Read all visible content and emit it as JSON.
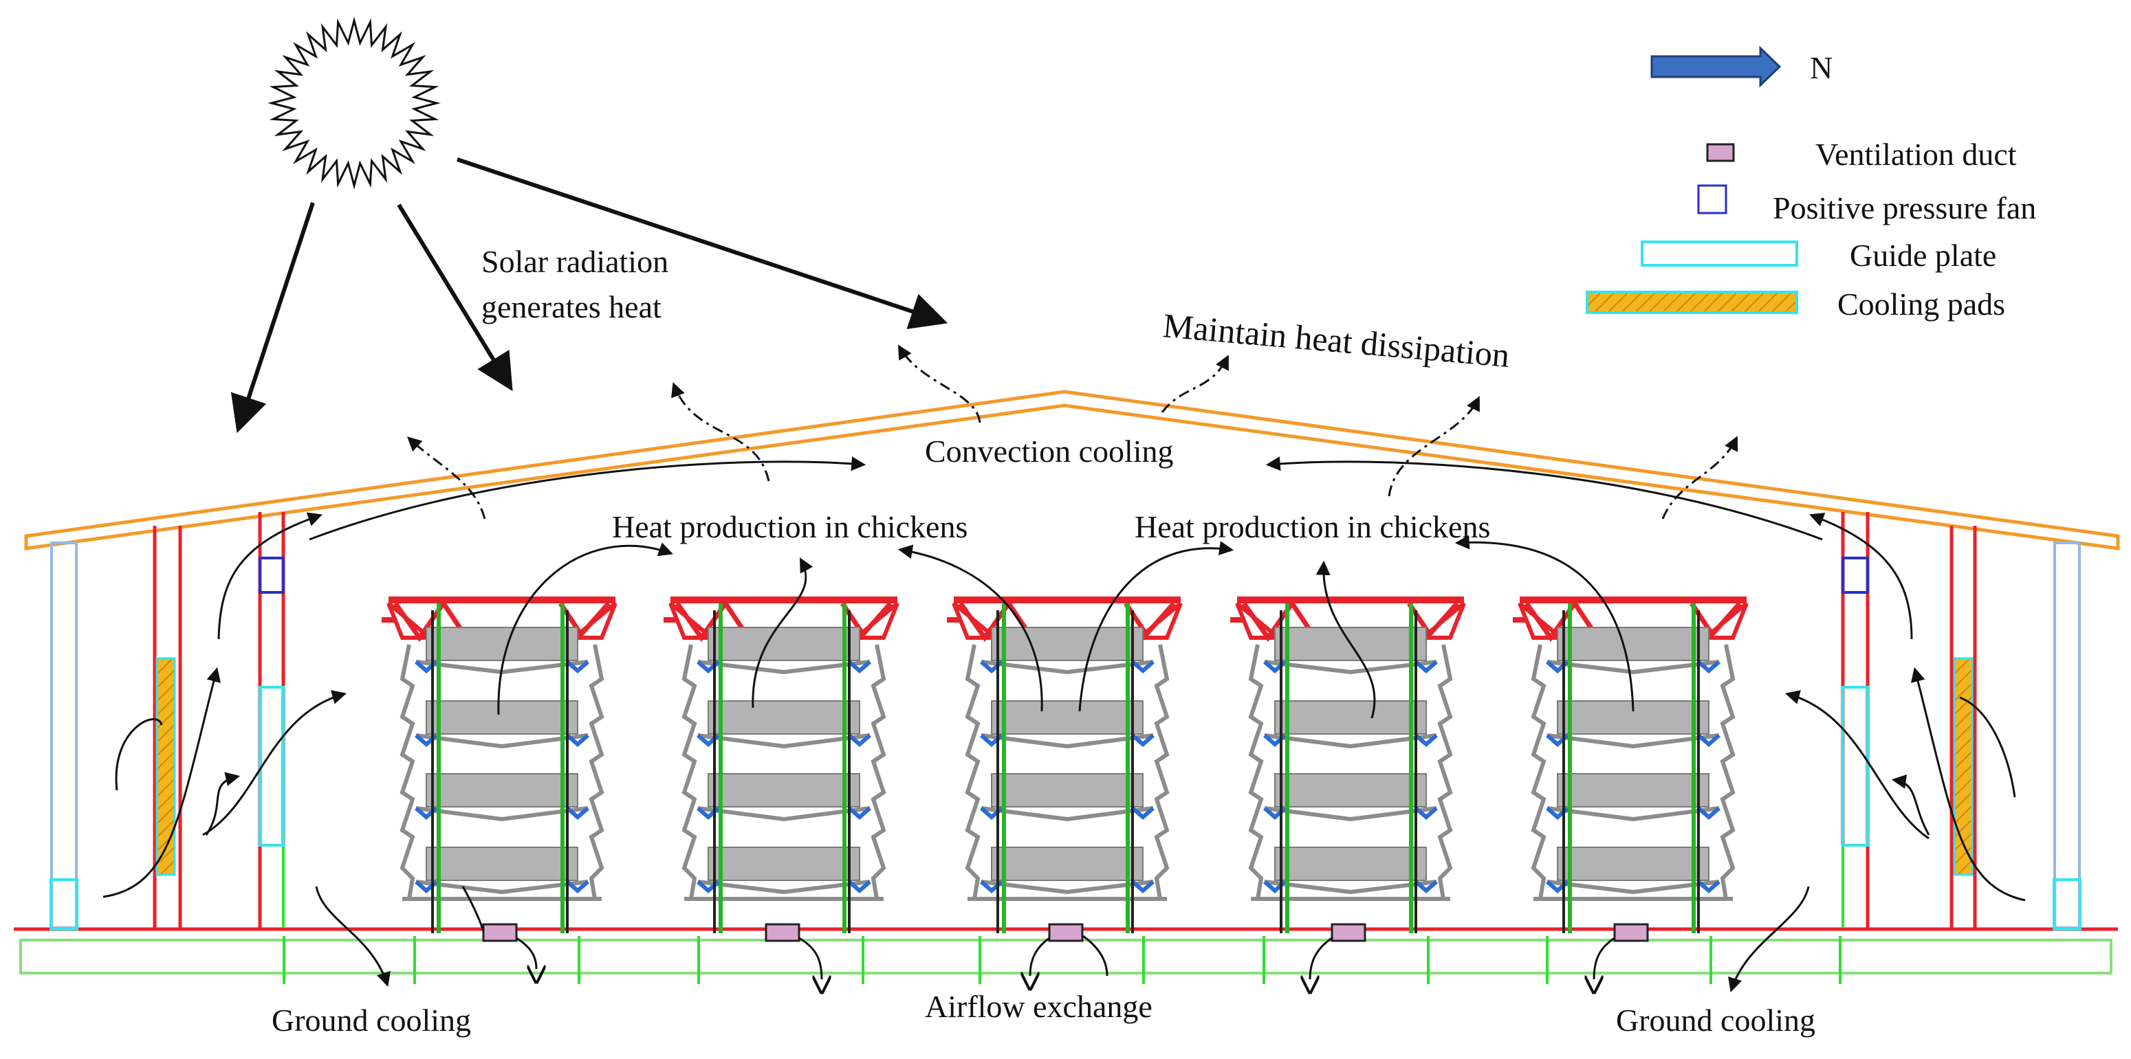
{
  "labels": {
    "solar_line1": "Solar radiation",
    "solar_line2": "generates heat",
    "maintain_heat": "Maintain heat dissipation",
    "convection": "Convection cooling",
    "heat_chickens_left": "Heat production in chickens",
    "heat_chickens_right": "Heat production in chickens",
    "ground_left": "Ground cooling",
    "airflow": "Airflow exchange",
    "ground_right": "Ground cooling"
  },
  "compass": {
    "label": "N"
  },
  "legend": [
    {
      "key": "ventilation-duct",
      "label": "Ventilation duct"
    },
    {
      "key": "positive-pressure-fan",
      "label": "Positive pressure fan"
    },
    {
      "key": "guide-plate",
      "label": "Guide plate"
    },
    {
      "key": "cooling-pads",
      "label": "Cooling pads"
    }
  ],
  "colors": {
    "roof": "#f39a2b",
    "wall": "#e8222a",
    "guide": "#33e4ee",
    "fan": "#2a30c8",
    "duct": "#d7a6cf",
    "pad": "#f2b51e",
    "ground": "#86e07a",
    "post": "#26b526",
    "cage": "#8c8c8c",
    "arrow_blue": "#3a6fc2",
    "light_blue": "#93b8e4"
  }
}
